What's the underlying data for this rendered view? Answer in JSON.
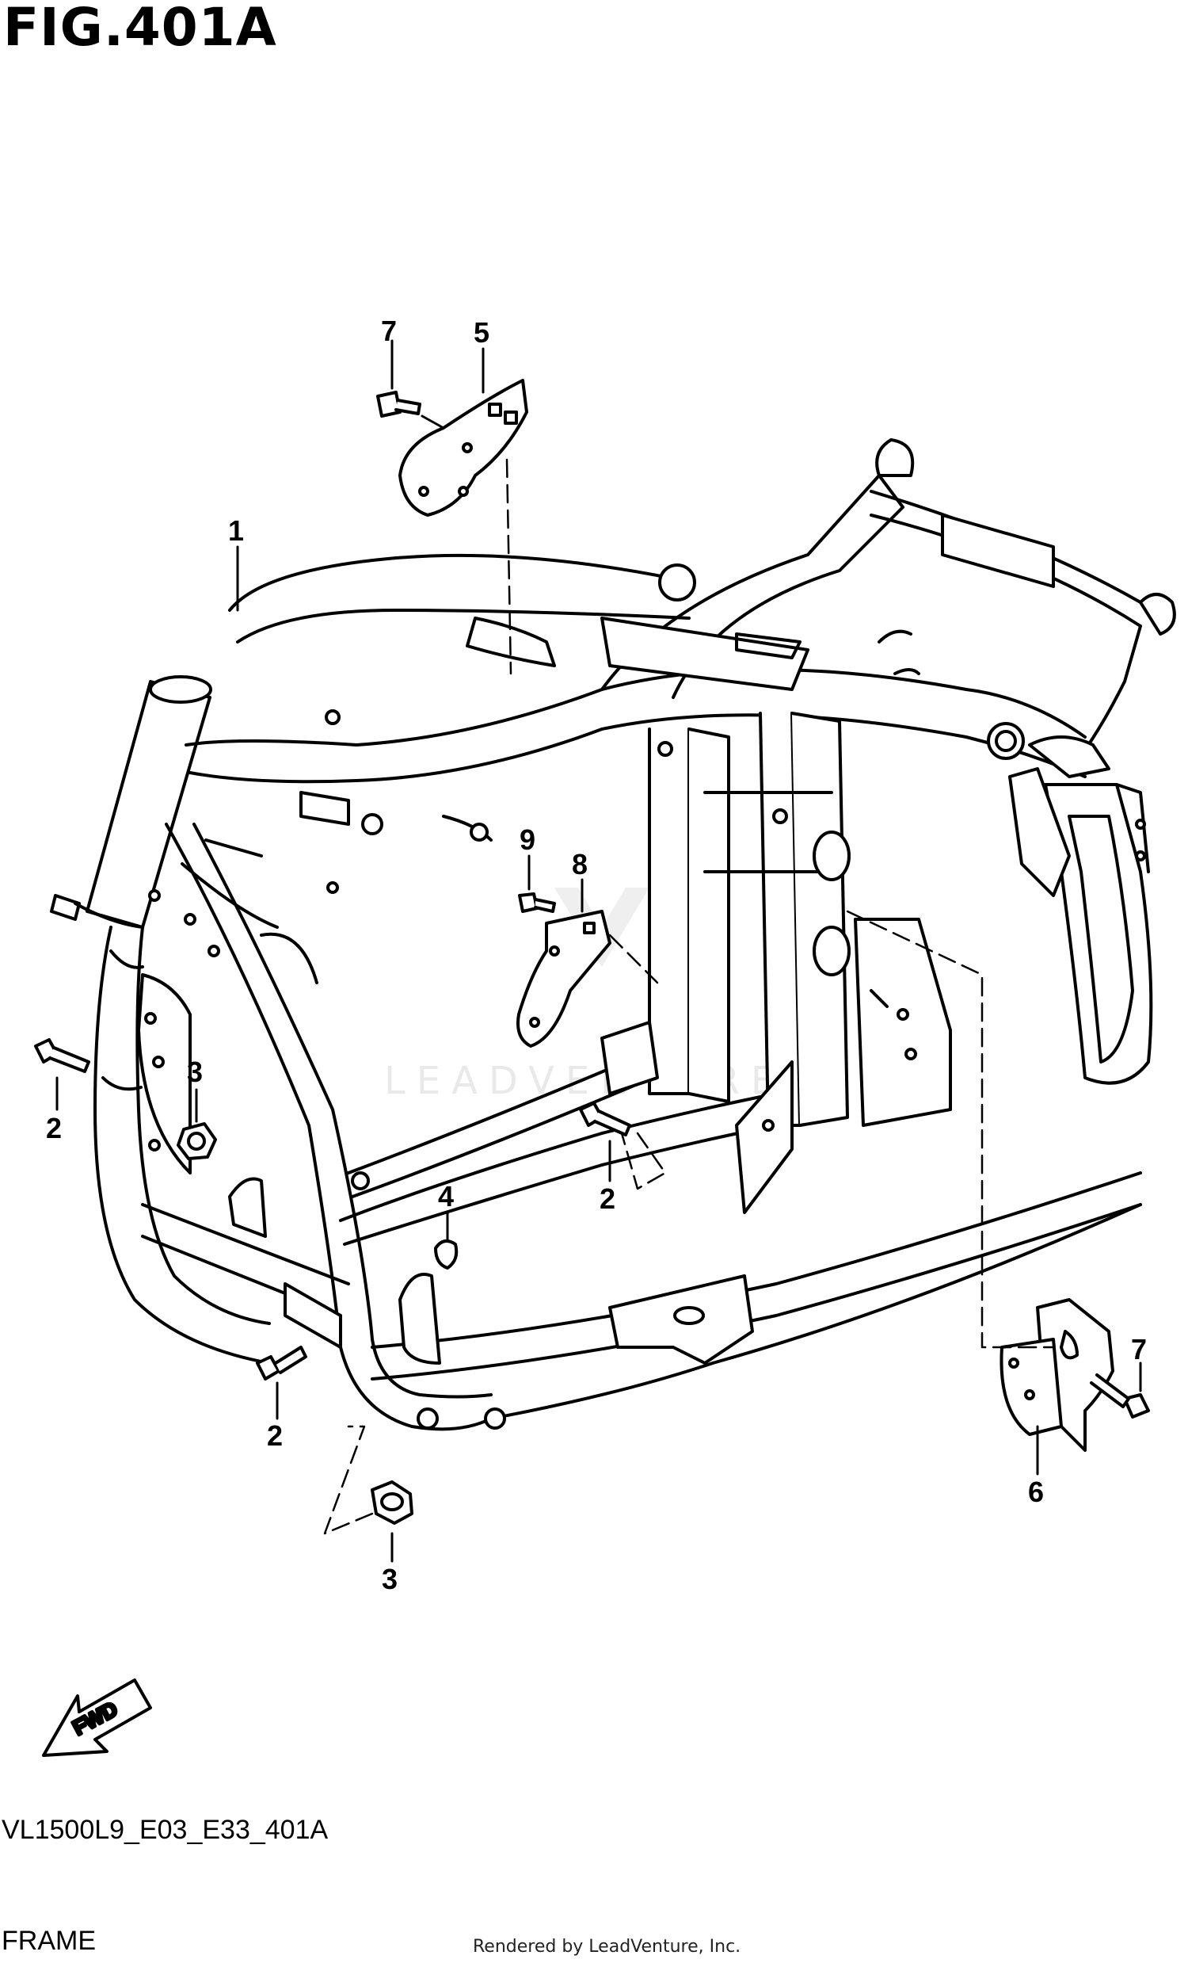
{
  "figure": {
    "title": "FIG.401A",
    "model_code": "VL1500L9_E03_E33_401A",
    "section_name": "FRAME",
    "credit": "Rendered by LeadVenture, Inc.",
    "watermark": "LEADVENTURE",
    "fwd_label": "FWD"
  },
  "callouts": [
    "1",
    "2",
    "2",
    "2",
    "3",
    "3",
    "4",
    "5",
    "6",
    "7",
    "7",
    "8",
    "9"
  ],
  "parts": [
    {
      "ref": "1",
      "name": "frame-main"
    },
    {
      "ref": "2",
      "name": "bolt"
    },
    {
      "ref": "3",
      "name": "nut"
    },
    {
      "ref": "4",
      "name": "plug"
    },
    {
      "ref": "5",
      "name": "bracket-upper"
    },
    {
      "ref": "6",
      "name": "bracket-lower"
    },
    {
      "ref": "7",
      "name": "bolt-small"
    },
    {
      "ref": "8",
      "name": "bracket-center"
    },
    {
      "ref": "9",
      "name": "bolt-center"
    }
  ]
}
